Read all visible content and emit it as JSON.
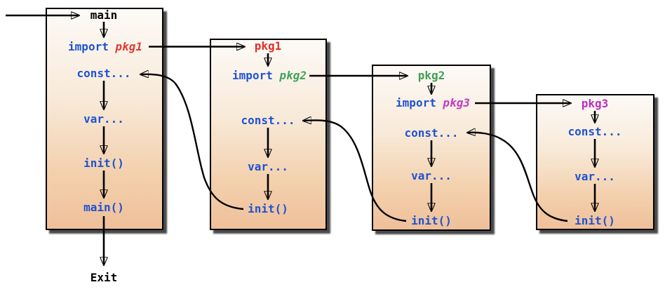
{
  "diagram": {
    "description": "Go program initialization order flow diagram",
    "exit_label": "Exit",
    "colors": {
      "keyword_blue": "#1e53d0",
      "main_title_black": "#000000",
      "pkg1_title_red": "#e03228",
      "pkg1_italic_red": "#e23b31",
      "pkg2_title_green": "#3fa053",
      "pkg2_italic_green": "#3fa35c",
      "pkg3_title_magenta": "#bb2fbf",
      "pkg3_italic_magenta": "#c13bc1",
      "box_gradient_top": "#fdfaf7",
      "box_gradient_bottom": "#efc09a",
      "box_border": "#000000",
      "box_shadow": "#4a4a4a",
      "arrow": "#000000",
      "background": "#ffffff"
    },
    "boxes": [
      {
        "name": "main",
        "title": "main",
        "import_keyword": "import",
        "import_pkg": "pkg1",
        "entries": [
          "const...",
          "var...",
          "init()",
          "main()"
        ]
      },
      {
        "name": "pkg1",
        "title": "pkg1",
        "import_keyword": "import",
        "import_pkg": "pkg2",
        "entries": [
          "const...",
          "var...",
          "init()"
        ]
      },
      {
        "name": "pkg2",
        "title": "pkg2",
        "import_keyword": "import",
        "import_pkg": "pkg3",
        "entries": [
          "const...",
          "var...",
          "init()"
        ]
      },
      {
        "name": "pkg3",
        "title": "pkg3",
        "entries": [
          "const...",
          "var...",
          "init()"
        ]
      }
    ]
  }
}
